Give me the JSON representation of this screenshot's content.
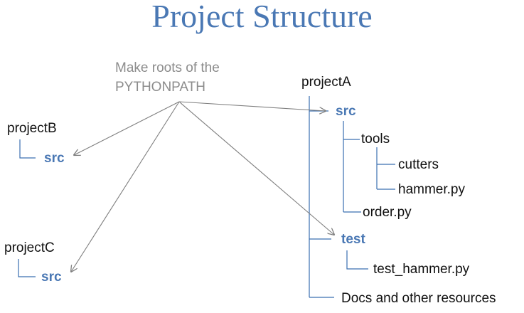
{
  "title": "Project Structure",
  "note": {
    "line1": "Make roots of the",
    "line2": "PYTHONPATH"
  },
  "projectA": {
    "name": "projectA",
    "src": "src",
    "tools": "tools",
    "cutters": "cutters",
    "hammer": "hammer.py",
    "order": "order.py",
    "test": "test",
    "test_hammer": "test_hammer.py",
    "docs": "Docs and other resources"
  },
  "projectB": {
    "name": "projectB",
    "src": "src"
  },
  "projectC": {
    "name": "projectC",
    "src": "src"
  },
  "colors": {
    "title": "#4a78b4",
    "accent": "#4a78b4",
    "tree_lines": "#3a6fb0",
    "arrows": "#7f7f7f",
    "note": "#8c8c8c"
  }
}
